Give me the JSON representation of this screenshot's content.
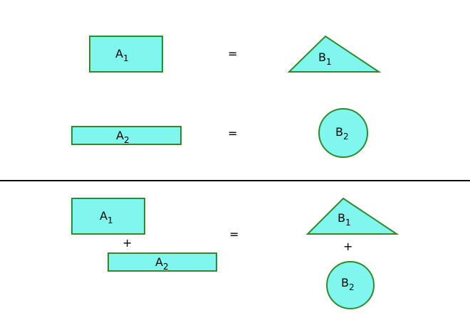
{
  "colors": {
    "fill": "#7ff7ef",
    "stroke": "#2f8a2f",
    "divider": "#000000"
  },
  "row1": {
    "left": {
      "letter": "A",
      "sub": "1"
    },
    "equals": "=",
    "right": {
      "letter": "B",
      "sub": "1"
    }
  },
  "row2": {
    "left": {
      "letter": "A",
      "sub": "2"
    },
    "equals": "=",
    "right": {
      "letter": "B",
      "sub": "2"
    }
  },
  "sum": {
    "left_top": {
      "letter": "A",
      "sub": "1"
    },
    "left_plus": "+",
    "left_bottom": {
      "letter": "A",
      "sub": "2"
    },
    "equals": "=",
    "right_top": {
      "letter": "B",
      "sub": "1"
    },
    "right_plus": "+",
    "right_bottom": {
      "letter": "B",
      "sub": "2"
    }
  }
}
